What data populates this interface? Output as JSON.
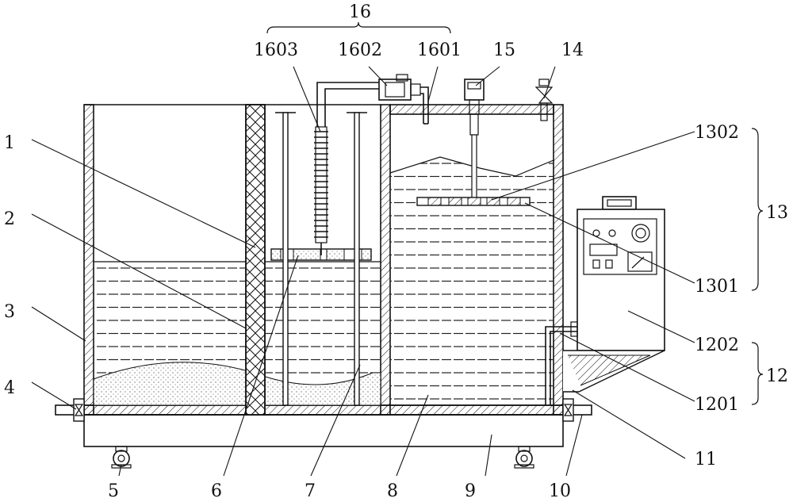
{
  "labels": {
    "l1": "1",
    "l2": "2",
    "l3": "3",
    "l4": "4",
    "l5": "5",
    "l6": "6",
    "l7": "7",
    "l8": "8",
    "l9": "9",
    "l10": "10",
    "l11": "11",
    "l12": "12",
    "l13": "13",
    "l14": "14",
    "l15": "15",
    "l16": "16",
    "l1201": "1201",
    "l1202": "1202",
    "l1301": "1301",
    "l1302": "1302",
    "l1601": "1601",
    "l1602": "1602",
    "l1603": "1603"
  }
}
